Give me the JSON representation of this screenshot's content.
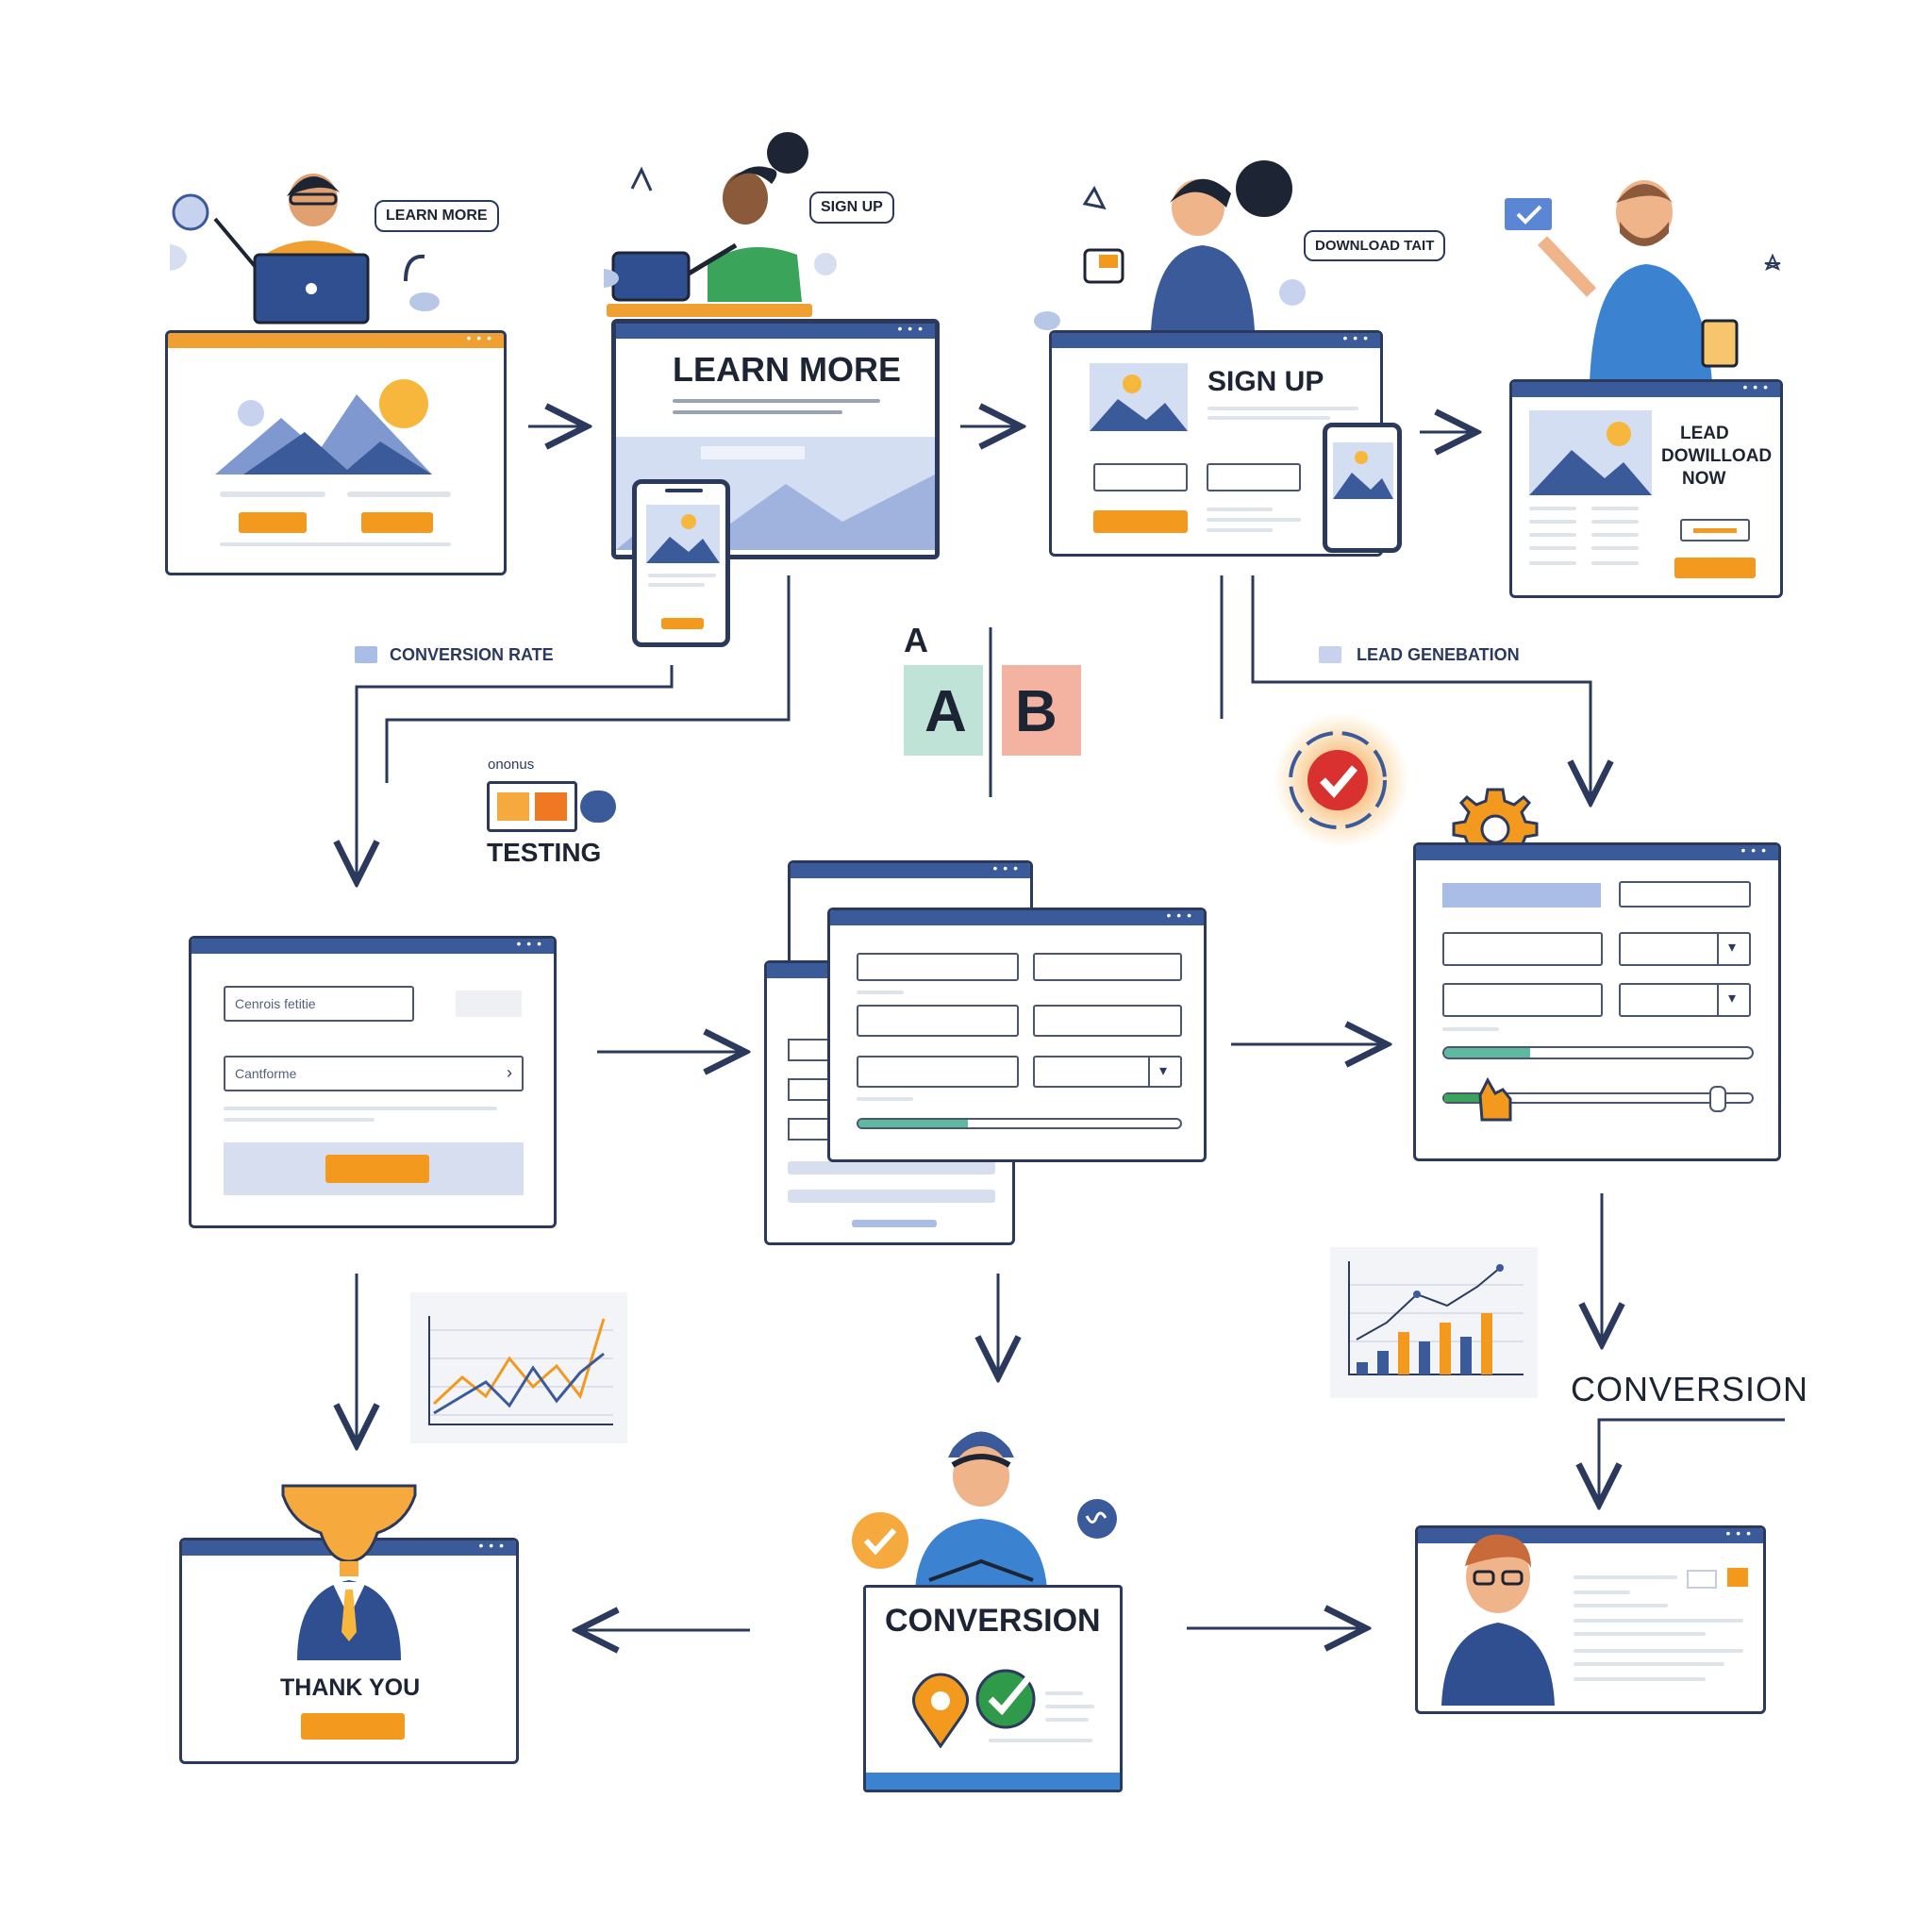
{
  "step_learn": {
    "bubble": "LEARN MORE"
  },
  "step_signup_person": {
    "bubble": "SIGN UP"
  },
  "step_download_person": {
    "bubble": "DOWNLOAD TAIT"
  },
  "learn_more_panel": {
    "heading": "LEARN MORE"
  },
  "sign_up_panel": {
    "heading": "SIGN UP"
  },
  "lead_panel": {
    "heading_line1": "LEAD",
    "heading_line2": "DOWILLOAD",
    "heading_line3": "NOW"
  },
  "legend": {
    "conversion_rate": "CONVERSION RATE",
    "lead_generation": "LEAD GENEBATION"
  },
  "ab_test": {
    "label_top": "A",
    "variant_a": "A",
    "variant_b": "B"
  },
  "testing": {
    "small_label": "ononus",
    "label": "TESTING"
  },
  "form_left": {
    "field1": "Cenrois fetitie",
    "field2": "Cantforme"
  },
  "conversion_right_label": "CONVERSION",
  "conversion_center_label": "CONVERSION",
  "thank_you": {
    "label": "THANK YOU"
  },
  "colors": {
    "navy": "#2b3a5c",
    "blue": "#3b5a9a",
    "orange": "#f39a1e",
    "green": "#2f9a4a"
  }
}
